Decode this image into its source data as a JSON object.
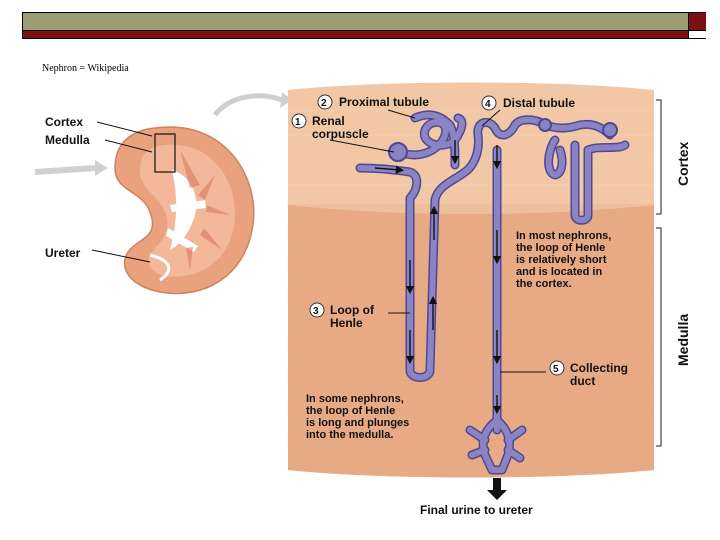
{
  "caption": "Nephron = Wikipedia",
  "kidney": {
    "cortex": "Cortex",
    "medulla": "Medulla",
    "ureter": "Ureter"
  },
  "labels": {
    "proximal_num": "2",
    "proximal": "Proximal tubule",
    "distal_num": "4",
    "distal": "Distal tubule",
    "renal_num": "1",
    "renal_line1": "Renal",
    "renal_line2": "corpuscle",
    "loop_num": "3",
    "loop_line1": "Loop of",
    "loop_line2": "Henle",
    "collecting_num": "5",
    "collecting_line1": "Collecting",
    "collecting_line2": "duct",
    "final": "Final urine to ureter"
  },
  "notes": {
    "most": [
      "In most nephrons,",
      "the loop of Henle",
      "is relatively short",
      "and is located in",
      "the cortex."
    ],
    "some": [
      "In some nephrons,",
      "the loop of Henle",
      "is long and plunges",
      "into the medulla."
    ]
  },
  "regions": {
    "cortex": "Cortex",
    "medulla": "Medulla"
  },
  "colors": {
    "cortex_bg": "#f1c7a6",
    "medulla_bg": "#e8aa84",
    "tubule": "#8b84c4",
    "tubule_edge": "#4f4890",
    "slide_olive": "#9c9c73",
    "slide_red": "#7a1010"
  }
}
